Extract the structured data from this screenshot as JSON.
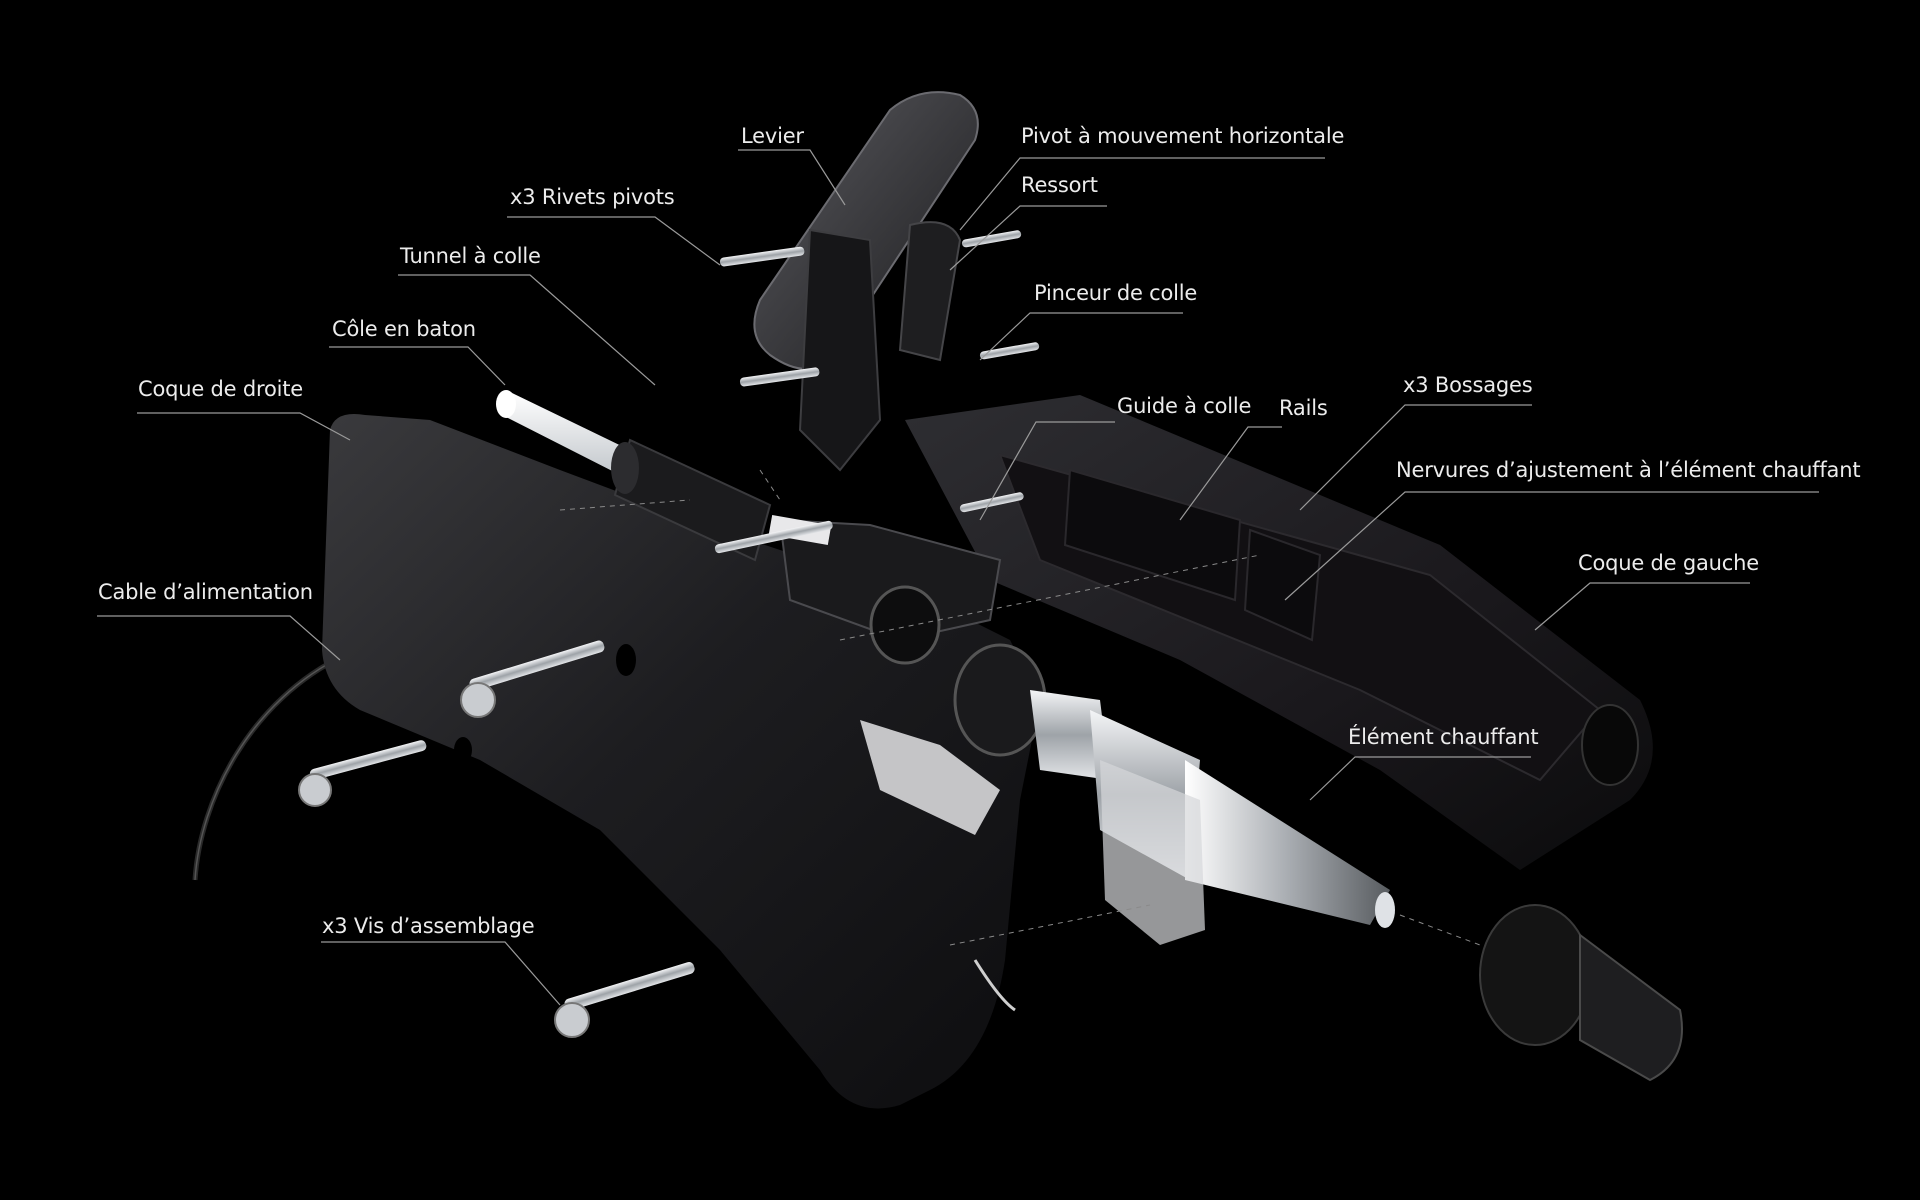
{
  "diagram": {
    "labels": {
      "levier": "Levier",
      "pivot_horizontal": "Pivot à mouvement horizontale",
      "ressort": "Ressort",
      "rivets_pivots": "x3 Rivets pivots",
      "tunnel_colle": "Tunnel à colle",
      "pinceur_colle": "Pinceur de colle",
      "cole_baton": "Côle en baton",
      "guide_colle": "Guide à colle",
      "rails": "Rails",
      "bossages": "x3 Bossages",
      "coque_droite": "Coque de droite",
      "nervures": "Nervures d’ajustement à l’élément chauffant",
      "coque_gauche": "Coque de gauche",
      "cable_alimentation": "Cable d’alimentation",
      "element_chauffant": "Élément chauffant",
      "vis_assemblage": "x3 Vis d’assemblage"
    },
    "colors": {
      "background": "#000000",
      "label_text": "#ececec",
      "leader_line": "#9a9a9a",
      "shell": "#1c1c1e",
      "metal": "#cfd2d6",
      "glue_stick": "#e9ecef",
      "cable": "#2a2a2a"
    }
  }
}
